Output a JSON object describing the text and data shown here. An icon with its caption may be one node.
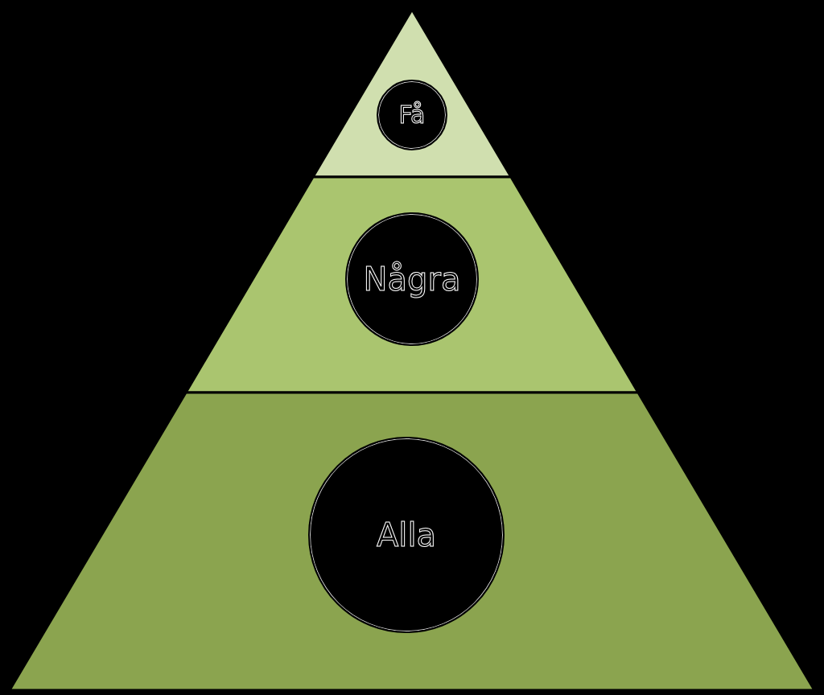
{
  "diagram": {
    "nodes": [
      {
        "text": [],
        "shape": "triangle"
      },
      {
        "text": [
          "Få"
        ],
        "in": 0
      },
      {
        "text": [],
        "shape": "trapezoid"
      },
      {
        "text": [
          "Några"
        ],
        "in": 2
      },
      {
        "text": [],
        "shape": "trapezoid"
      },
      {
        "text": [
          "Alla"
        ],
        "in": 4
      }
    ]
  }
}
